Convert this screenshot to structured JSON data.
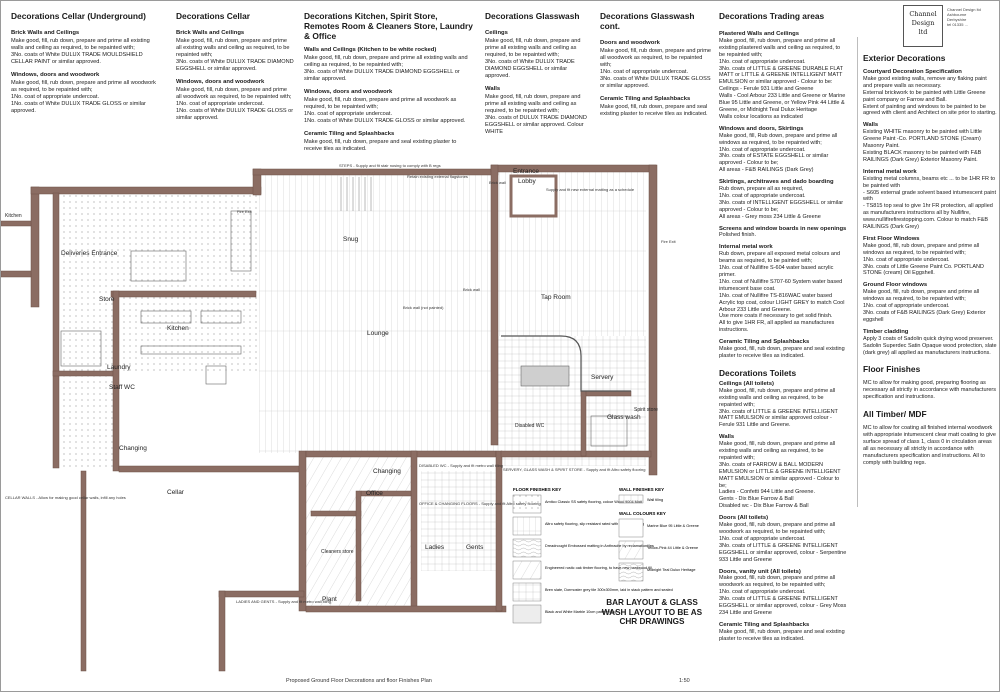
{
  "cellar_ug": {
    "title": "Decorations Cellar (Underground)",
    "h1": "Brick Walls and Ceilings",
    "p1": "Make good, fill, rub down, prepare and prime all existing walls and ceiling as required, to be repainted with;",
    "p2": "3No. coats of White DULUX TRADE MOULDSHIELD CELLAR PAINT or similar approved.",
    "h2": "Windows, doors and woodwork",
    "p3": "Make good, fill, rub down, prepare and prime all woodwork as required, to be repainted with;",
    "p4": "1No. coat of appropriate undercoat.",
    "p5": "1No. coats of White DULUX TRADE GLOSS or similar approved."
  },
  "cellar": {
    "title": "Decorations Cellar",
    "h1": "Brick Walls and Ceilings",
    "p1": "Make good, fill, rub down, prepare and prime all existing walls and ceiling as required, to be repainted with;",
    "p2": "3No. coats of White DULUX TRADE DIAMOND EGGSHELL or similar approved.",
    "h2": "Windows, doors and woodwork",
    "p3": "Make good, fill, rub down, prepare and prime all woodwork as required, to be repainted with;",
    "p4": "1No. coat of appropriate undercoat.",
    "p5": "1No. coats of White DULUX TRADE GLOSS or similar approved."
  },
  "kitchen": {
    "title": "Decorations Kitchen, Spirit Store, Remotes Room & Cleaners Store, Laundry & Office",
    "h1": "Walls and Ceilings (Kitchen to be white rocked)",
    "p1": "Make good, fill, rub down, prepare and prime all existing walls and ceiling as required, to be repainted with;",
    "p2": "3No. coats of White DULUX TRADE DIAMOND EGGSHELL or similar approved.",
    "h2": "Windows, doors and woodwork",
    "p3": "Make good, fill, rub down, prepare and prime all woodwork as required, to be repainted with;",
    "p4": "1No. coat of appropriate undercoat.",
    "p5": "1No. coats of White DULUX TRADE GLOSS or similar approved.",
    "h3": "Ceramic Tiling and Splashbacks",
    "p6": "Make good, fill, rub down, prepare and seal existing plaster to receive tiles as indicated."
  },
  "glasswash": {
    "title": "Decorations Glasswash",
    "h1": "Ceilings",
    "p1": "Make good, fill, rub down, prepare and prime all existing walls and ceiling as required, to be repainted with;",
    "p2": "3No. coats of White DULUX TRADE DIAMOND EGGSHELL or similar approved.",
    "h2": "Walls",
    "p3": "Make good, fill, rub down, prepare and prime all existing walls and ceiling as required, to be repainted with;",
    "p4": "3No. coats of DULUX TRADE DIAMOND EGGSHELL or similar approved. Colour WHITE"
  },
  "glasswash_cont": {
    "title": "Decorations Glasswash cont.",
    "h1": "Doors and woodwork",
    "p1": "Make good, fill, rub down, prepare and prime all woodwork as required, to be repainted with;",
    "p2": "1No. coat of appropriate undercoat.",
    "p3": "3No. coats of White DULUX TRADE GLOSS or similar approved.",
    "h2": "Ceramic Tiling and Splashbacks",
    "p4": "Make good, fill, rub down, prepare and seal existing plaster to receive tiles as indicated."
  },
  "trading": {
    "title": "Decorations Trading areas",
    "h1": "Plastered Walls and Ceilings",
    "p1": "Make good, fill, rub down, prepare and prime all existing plastered walls and ceiling as required, to be repainted with;",
    "p2": "1No. coat of appropriate undercoat.",
    "p3": "3No. coats of LITTLE & GREENE DURABLE FLAT MATT or LITTLE & GREENE INTELLIGENT MATT EMULSION or similar approved - Colour to be:",
    "p4": "Ceilings - Ferule 931 Little and Greene",
    "p5": "Walls - Cool Arbour 233 Little and Greene or Marine Blue 95 Little and Greene, or Yellow Pink 44 Little & Greene, or Midnight Teal Dulux Heritage",
    "p6": "Walls colour locations as indicated",
    "h2": "Windows and doors, Skirtings",
    "p7": "Make good, fill, Rub down, prepare and prime all windows as required, to be repainted with;",
    "p8": "1No. coat of appropriate undercoat.",
    "p9": "3No. coats of ESTATE EGGSHELL or similar approved - Colour to be;",
    "p10": "All areas - F&B RAILINGS (Dark Grey)",
    "h3": "Skirtings, architraves and dado boarding",
    "p11": "Rub down, prepare all as required,",
    "p12": "1No. coat of appropriate undercoat.",
    "p13": "3No. coats of INTELLIGENT EGGSHELL or similar approved - Colour to be;",
    "p14": "All areas - Grey moss 234 Little & Greene",
    "h4": "Screens and window boards in new openings",
    "p15": "Polished finish.",
    "h5": "Internal metal work",
    "p16": "Rub down, prepare all exposed metal colours and beams as required, to be painted with;",
    "p17": "1No. coat of Nullifire S-604 water based acrylic primer.",
    "p18": "1No. coat of Nullifire S707-60 System water based intumescent base coat.",
    "p19": "1No. coat of Nullifire TS-816WAC water based Acrylic top coat, colour LIGHT GREY to match Cool Arbour 233 Little and Greene.",
    "p20": "Use more coats if necessary to get solid finish.",
    "p21": "All to give 1HR FR, all applied as manufactures instructions.",
    "h6": "Ceramic Tiling and Splashbacks",
    "p22": "Make good, fill, rub down, prepare and seal existing plaster to receive tiles as indicated.",
    "toilets_title": "Decorations Toilets",
    "h7": "Ceilings (All toilets)",
    "p23": "Make good, fill, rub down, prepare and prime all existing walls and ceiling as required, to be repainted with;",
    "p24": "3No. coats of LITTLE & GREENE INTELLIGENT MATT EMULSION or similar approved colour - Ferule 931 Little and Greene.",
    "h8": "Walls",
    "p25": "Make good, fill, rub down, prepare and prime all existing walls and ceiling as required, to be repainted with;",
    "p26": "3No. coats of FARROW & BALL MODERN EMULSION or LITTLE & GREENE INTELLIGENT MATT EMULSION or similar approved - Colour to be;",
    "p27": "Ladies - Confetti 944 Little and Greene.",
    "p28": "Gents - Dix Blue Farrow & Ball",
    "p29": "Disabled wc - Dix Blue Farrow & Ball",
    "h9": "Doors (All toilets)",
    "p30": "Make good, fill, rub down, prepare and prime all woodwork as required, to be repainted with;",
    "p31": "1No. coat of appropriate undercoat.",
    "p32": "3No. coats of LITTLE & GREENE INTELLIGENT EGGSHELL or similar approved, colour - Serpentine 933 Little and Greene",
    "h10": "Doors, vanity unit (All toilets)",
    "p33": "Make good, fill, rub down, prepare and prime all woodwork as required, to be repainted with;",
    "p34": "1No. coat of appropriate undercoat.",
    "p35": "3No. coats of LITTLE & GREENE INTELLIGENT EGGSHELL or similar approved, colour - Grey Moss 234 Little and Greene",
    "h11": "Ceramic Tiling and Splashbacks",
    "p36": "Make good, fill, rub down, prepare and seal existing plaster to receive tiles as indicated."
  },
  "exterior": {
    "title": "Exterior Decorations",
    "h1": "Courtyard Decoration Specification",
    "p1": "Make good existing walls, remove any flaking paint and prepare walls as necessary.",
    "p2": "External brickwork to be painted with Little Greene paint company or Farrow and Ball.",
    "p3": "Extent of painting and windows to be painted to be agreed with client and Architect on site prior to starting.",
    "h2": "Walls",
    "p4": "Existing WHITE masonry to be painted with Little Greene Paint -Co. PORTLAND STONE (Cream) Masonry Paint.",
    "p5": "Existing BLACK masonry to be painted with F&B RAILINGS (Dark Grey) Exterior Masonry Paint.",
    "h3": "Internal metal work",
    "p6": "Existing metal columns, beams etc ... to be 1HR FR to be painted with",
    "p7": "- S605 external grade solvent based intumescent paint with",
    "p8": "- TS815 top seal to give 1hr FR protection, all applied as manufacturers instructions all by Nullifire, www.nullifirefirestopping.com. Colour to match F&B RAILINGS (Dark Grey)",
    "h4": "First Floor Windows",
    "p9": "Make good, fill, rub down, prepare and prime all windows as required, to be repainted with;",
    "p10": "1No. coat of appropriate undercoat.",
    "p11": "3No. coats of Little Greene Paint Co. PORTLAND STONE (cream) Oil Eggshell.",
    "h5": "Ground Floor windows",
    "p12": "Make good, fill, rub down, prepare and prime all windows as required, to be repainted with;",
    "p13": "1No. coat of appropriate undercoat.",
    "p14": "3No. coats of F&B RAILINGS (Dark Grey) Exterior eggshell",
    "h6": "Timber cladding",
    "p15": "Apply 3 coats of Sadolin quick drying wood preserver.",
    "p16": "Sadolin Superdec Satin Opaque wood protection, slate (dark grey) all applied as manufacturers instructions.",
    "floor_title": "Floor Finishes",
    "p17": "MC to allow for making good, preparing flooring as necessary all strictly in accordance with manufacturers specification and instructions.",
    "timber_title": "All Timber/ MDF",
    "p18": "MC to allow for coating all finished internal woodwork with appropriate intumescent clear matt coating to give surface spread of class 1, class 0 in circulation areas all as necessary all strictly in accordance with manufacturers specification and instructions. All to comply with building regs."
  },
  "logo": {
    "l1": "Channel",
    "l2": "Design",
    "l3": "ltd",
    "sub1": "Channel Design ltd",
    "sub2": "Ashbourne",
    "sub3": "Derbyshire",
    "sub4": "tel 01335 ..."
  },
  "plan": {
    "rooms": {
      "deliveries": "Deliveries Entrance",
      "kitchen": "Kitchen",
      "laundry": "Laundry",
      "store": "Store",
      "staff_wc": "Staff WC",
      "changing": "Changing",
      "cellar": "Cellar",
      "lounge": "Lounge",
      "snug": "Snug",
      "lobby": "Lobby",
      "taproom": "Tap Room",
      "servery": "Servery",
      "glasswash": "Glass wash",
      "spirit_store": "Spirit store",
      "disabled_wc": "Disabled WC",
      "office": "Office",
      "changing2": "Changing",
      "cleaners": "Cleaners store",
      "plant": "Plant",
      "ladies": "Ladies",
      "gents": "Gents",
      "entrance": "Entrance",
      "kitchen_left": "Kitchen"
    },
    "notes": {
      "fire_exit": "Fire Exit",
      "fire_exit2": "Fire Exit",
      "brick_wall": "Brick wall",
      "brick_wall2": "Brick wall (not painted)",
      "brick_wall3": "Brick wall",
      "steps": "STEPS - Supply and fit stair nosing to comply with B regs",
      "retain": "Retain existing external flagstones",
      "sealing": "Supply and fit new external matting as a schedule",
      "cellar_walls": "CELLAR WALLS - Allow for making good cellar walls, infill any holes",
      "legend_title": "FLOOR FINISHES KEY",
      "wall_key": "WALL FINISHES KEY",
      "wall_key2": "WALL COLOURS KEY",
      "leg1": "Amtico Classic SS safety flooring, colour Wood 9004 Matt",
      "leg2": "Altro safety flooring, slip resistant rated with 100mm coving",
      "leg3": "Dreadnought Embossed matting in Anthracite by reclamationtiles",
      "leg4": "Engineered rustic oak timber flooring, to have new hardwood fill",
      "leg5": "Bren slate, Dormoster grey tile 300x300mm, laid in stack pattern and sealed",
      "leg6": "Black and White Marble 10cm pattern tiled",
      "wk1": "Wall tiling",
      "wk2": "Marine Blue 95 Little & Greene",
      "wk3": "Yellow-Pink 44 Little & Greene",
      "wk4": "Midnight Teal Dulux Heritage",
      "ladies_gents": "LADIES AND GENTS - Supply and fit metro wall tiling",
      "disabled": "DISABLED WC - Supply and fit metro wall tiling",
      "office_changing": "OFFICE & CHANGING FLOORS - Supply and fit Altro safety flooring",
      "servery_note": "SERVERY, GLASS WASH & SPIRIT STORE - Supply and fit Altro safety flooring",
      "bar_note": "BAR LAYOUT & GLASS WASH LAYOUT TO BE AS CHR DRAWINGS"
    },
    "title": "Proposed Ground Floor Decorations and floor Finishes Plan",
    "scale": "1:50"
  },
  "colors": {
    "wall": "#8b6d63",
    "wall_dark": "#6e5249",
    "floor_fill": "#dcdcdc",
    "line": "#444444"
  }
}
